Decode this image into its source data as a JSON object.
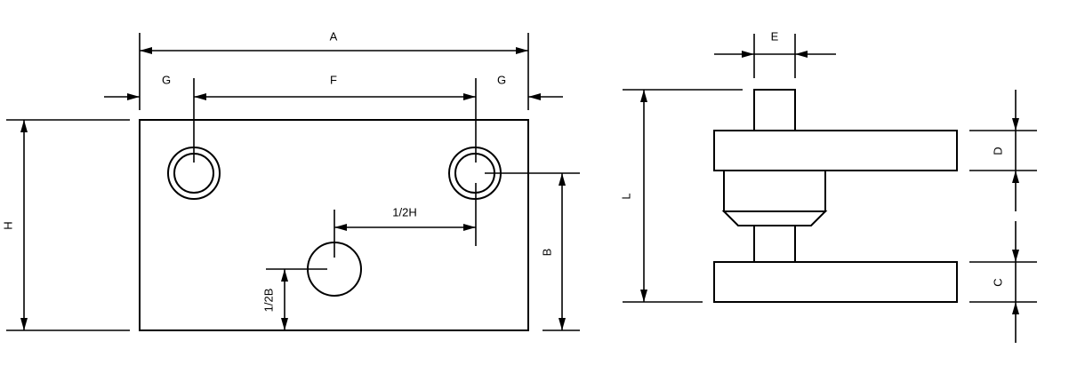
{
  "front_view": {
    "labels": {
      "A": "A",
      "F": "F",
      "G_left": "G",
      "G_right": "G",
      "H": "H",
      "B": "B",
      "half_H": "1/2H",
      "half_B": "1/2B"
    }
  },
  "side_view": {
    "labels": {
      "E": "E",
      "L": "L",
      "D": "D",
      "C": "C"
    }
  },
  "colors": {
    "stroke": "#000000",
    "background": "#ffffff"
  }
}
